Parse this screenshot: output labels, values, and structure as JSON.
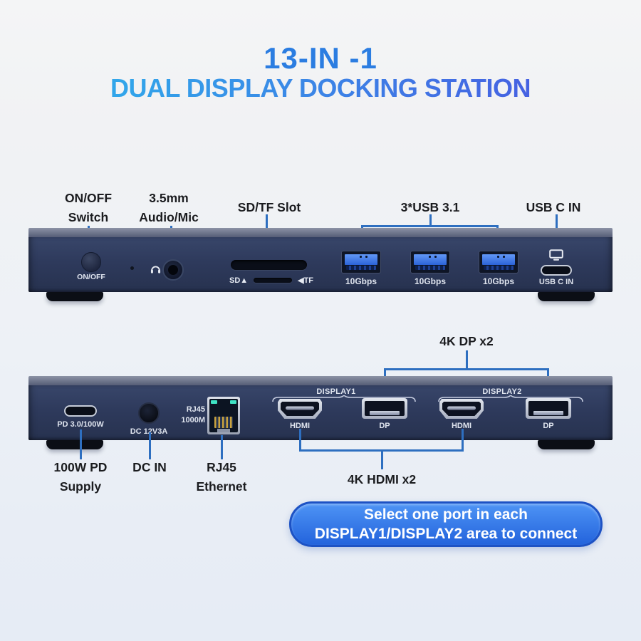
{
  "title": {
    "line1": "13-IN -1",
    "line2": "DUAL DISPLAY DOCKING STATION"
  },
  "colors": {
    "title-blue": "#2b7de1",
    "title-grad-start": "#2cb9ec",
    "title-grad-end": "#4b50e0",
    "leader": "#2e6fc0",
    "label-text": "#1b1c1f",
    "device-strip-top": "#8c93a6",
    "device-strip-bottom": "#565d76",
    "device-body-top": "#38466a",
    "device-body-bottom": "#27324f",
    "port-metal": "#c7cdd9",
    "usb-blue": "#3674e8",
    "led-green": "#3fe3c4",
    "callout-top": "#4e94f5",
    "callout-bottom": "#2363dc",
    "callout-border": "#1d52c4"
  },
  "front": {
    "callouts": {
      "power_l1": "ON/OFF",
      "power_l2": "Switch",
      "audio_l1": "3.5mm",
      "audio_l2": "Audio/Mic",
      "sd": "SD/TF Slot",
      "usb": "3*USB 3.1",
      "usbc": "USB C IN"
    },
    "power_button_label": "ON/OFF",
    "sd_label_left": "SD▲",
    "sd_label_right": "◀TF",
    "usb_ports": [
      "10Gbps",
      "10Gbps",
      "10Gbps"
    ],
    "usbc_port_label": "USB C IN"
  },
  "rear": {
    "pd_port_label": "PD 3.0/100W",
    "dc_port_label": "DC 12V3A",
    "rj45_port_l1": "RJ45",
    "rj45_port_l2": "1000M",
    "display1_label": "DISPLAY1",
    "display2_label": "DISPLAY2",
    "port_labels": [
      "HDMI",
      "DP",
      "HDMI",
      "DP"
    ],
    "callouts": {
      "dp": "4K DP x2",
      "pd_l1": "100W PD",
      "pd_l2": "Supply",
      "dc": "DC IN",
      "rj45_l1": "RJ45",
      "rj45_l2": "Ethernet",
      "hdmi": "4K HDMI x2"
    }
  },
  "callout_box": {
    "line1": "Select one port in each",
    "line2": "DISPLAY1/DISPLAY2 area to connect"
  }
}
